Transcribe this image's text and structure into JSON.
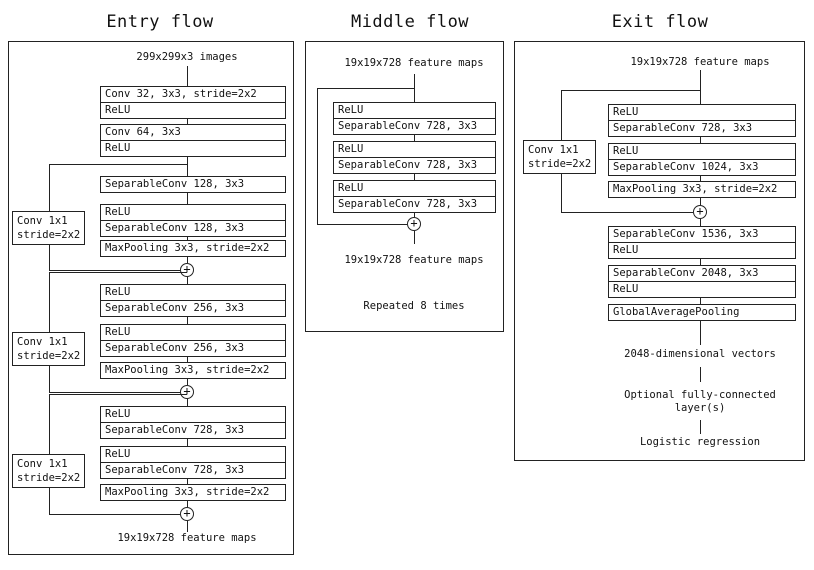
{
  "titles": {
    "entry": "Entry flow",
    "middle": "Middle flow",
    "exit": "Exit flow"
  },
  "entry": {
    "input": "299x299x3 images",
    "blocks": [
      [
        "Conv 32, 3x3, stride=2x2",
        "ReLU"
      ],
      [
        "Conv 64, 3x3",
        "ReLU"
      ],
      [
        "SeparableConv 128, 3x3"
      ],
      [
        "ReLU",
        "SeparableConv 128, 3x3"
      ],
      [
        "MaxPooling 3x3, stride=2x2"
      ],
      [
        "ReLU",
        "SeparableConv 256, 3x3"
      ],
      [
        "ReLU",
        "SeparableConv 256, 3x3"
      ],
      [
        "MaxPooling 3x3, stride=2x2"
      ],
      [
        "ReLU",
        "SeparableConv 728, 3x3"
      ],
      [
        "ReLU",
        "SeparableConv 728, 3x3"
      ],
      [
        "MaxPooling 3x3, stride=2x2"
      ]
    ],
    "shortcuts": [
      [
        "Conv 1x1",
        "stride=2x2"
      ],
      [
        "Conv 1x1",
        "stride=2x2"
      ],
      [
        "Conv 1x1",
        "stride=2x2"
      ]
    ],
    "output": "19x19x728 feature maps"
  },
  "middle": {
    "input": "19x19x728 feature maps",
    "blocks": [
      [
        "ReLU",
        "SeparableConv 728, 3x3"
      ],
      [
        "ReLU",
        "SeparableConv 728, 3x3"
      ],
      [
        "ReLU",
        "SeparableConv 728, 3x3"
      ]
    ],
    "output": "19x19x728 feature maps",
    "repeat": "Repeated 8 times"
  },
  "exit": {
    "input": "19x19x728 feature maps",
    "blocks": [
      [
        "ReLU",
        "SeparableConv 728, 3x3"
      ],
      [
        "ReLU",
        "SeparableConv 1024, 3x3"
      ],
      [
        "MaxPooling 3x3, stride=2x2"
      ],
      [
        "SeparableConv 1536, 3x3",
        "ReLU"
      ],
      [
        "SeparableConv 2048, 3x3",
        "ReLU"
      ],
      [
        "GlobalAveragePooling"
      ]
    ],
    "shortcut": [
      "Conv 1x1",
      "stride=2x2"
    ],
    "vectors": "2048-dimensional vectors",
    "fc": [
      "Optional fully-connected",
      "layer(s)"
    ],
    "regression": "Logistic regression"
  }
}
